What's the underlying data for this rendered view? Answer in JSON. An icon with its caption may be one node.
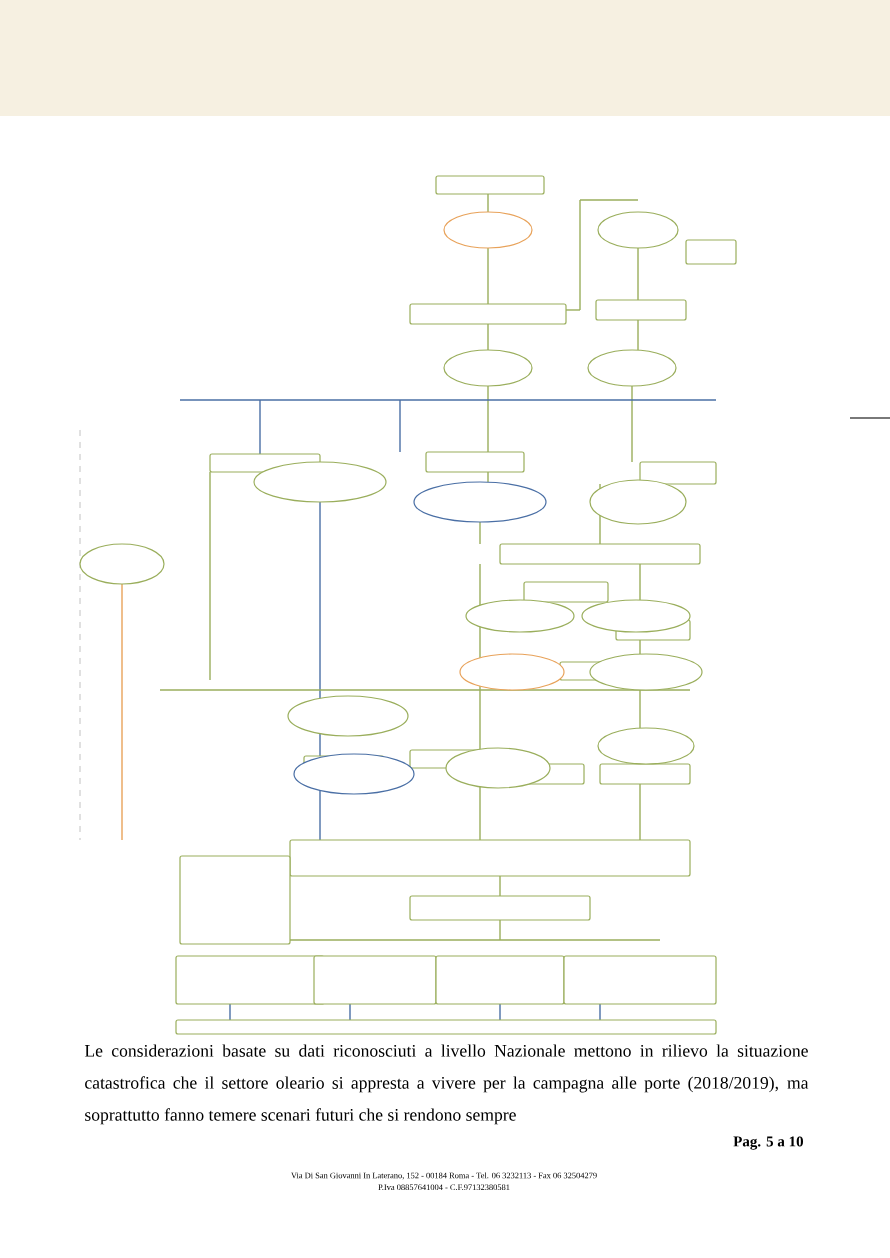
{
  "diagram": {
    "labels": [
      "Le considerazioni basate su dati riconosciuti a livello Nazionale mettono in rilievo la situazione catastrofica che il settore oleario si appresta a vivere per la campagna alle porte (2018/2019), ma soprattutto fanno temere scenari futuri che si rendono sempre",
      "Pag. 5 a 10",
      "Via Di San Giovanni In Laterano, 152 - 00184 Roma - Tel. 06 3232113 - Fax 06 32504279",
      "P.Iva 08857641004 - C.F.97132380581"
    ]
  }
}
